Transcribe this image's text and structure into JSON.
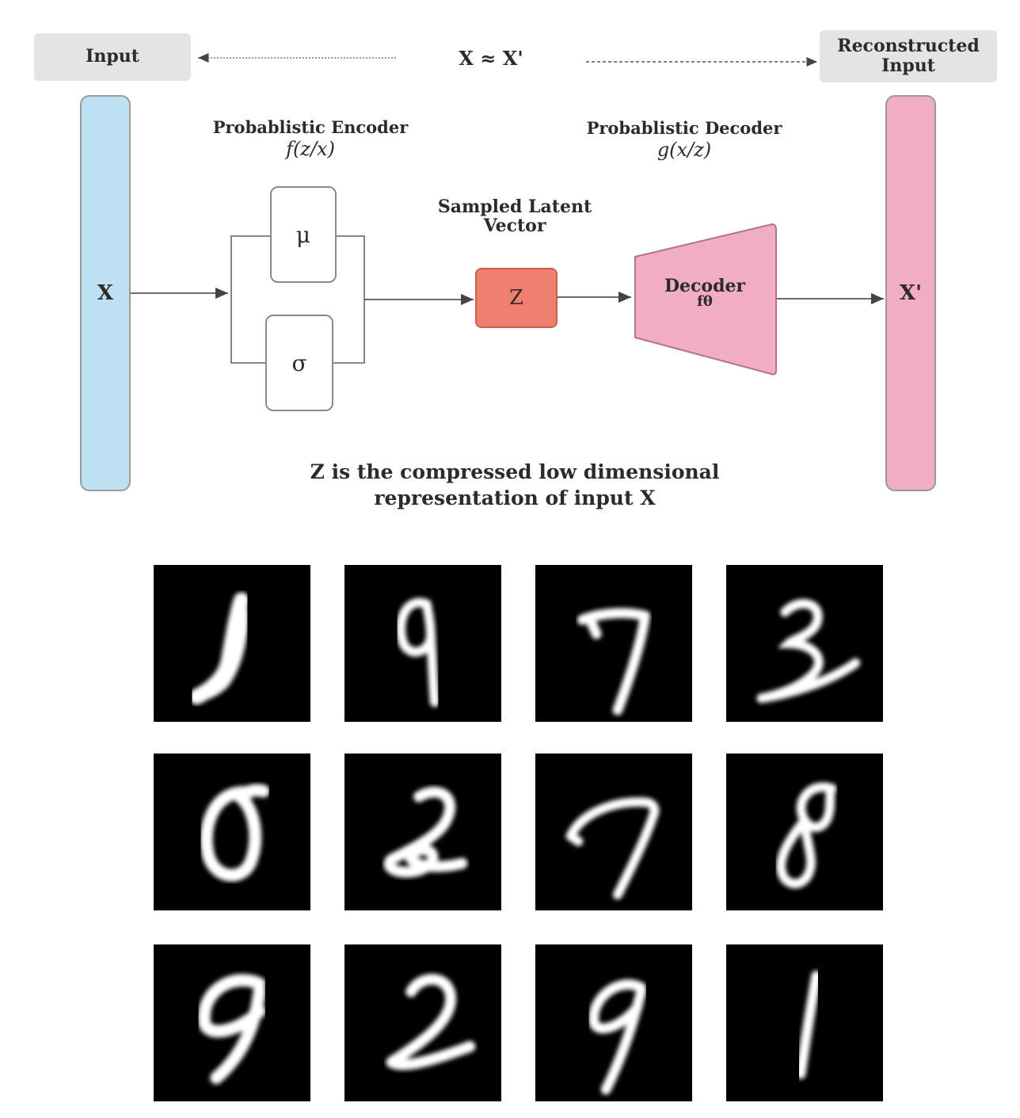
{
  "diagram": {
    "input_label": "Input",
    "equation": "X ≈ X'",
    "reconstructed_label_line1": "Reconstructed",
    "reconstructed_label_line2": "Input",
    "x_label": "X",
    "x_prime_label": "X'",
    "encoder_title": "Probablistic Encoder",
    "encoder_fn": "f(z/x)",
    "decoder_title": "Probablistic Decoder",
    "decoder_fn": "g(x/z)",
    "mu": "μ",
    "sigma": "σ",
    "latent_line1": "Sampled Latent",
    "latent_line2": "Vector",
    "z_label": "Z",
    "decoder_box_line1": "Decoder",
    "decoder_box_line2": "fθ",
    "caption_line1": "Z is the compressed low dimensional",
    "caption_line2": "representation of input X",
    "colors": {
      "input_bar": "#bde0f3",
      "output_bar": "#f1adc3",
      "z_box": "#ef8070",
      "decoder": "#f1adc3",
      "label_bg": "#e4e4e4"
    }
  },
  "samples": {
    "grid_rows": 3,
    "grid_cols": 4,
    "digits": [
      "1",
      "9",
      "7",
      "3",
      "0",
      "2",
      "7",
      "8",
      "9",
      "2",
      "9",
      "1"
    ]
  }
}
